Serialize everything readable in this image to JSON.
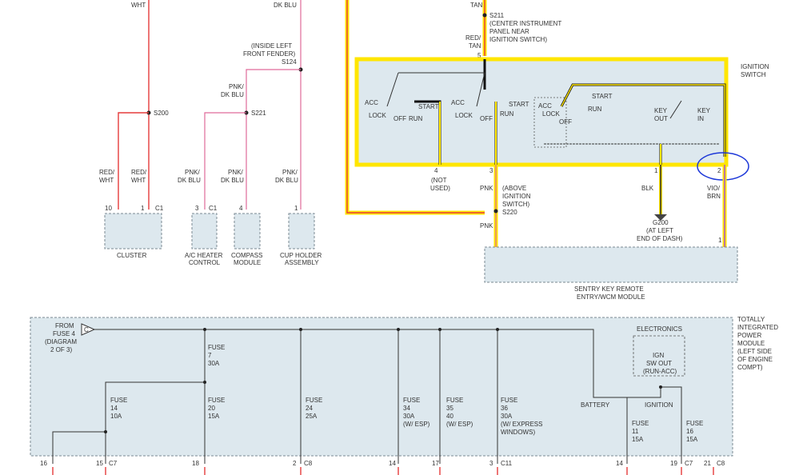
{
  "wire_colors": {
    "top_left_1": "WHT",
    "top_left_2": "DK BLU",
    "top_right": "TAN",
    "red_tan": "RED/\nTAN",
    "pnk_dk_blu": "PNK/\nDK BLU",
    "red_wht": "RED/\nWHT",
    "pnk": "PNK",
    "blk": "BLK",
    "vio_brn": "VIO/\nBRN"
  },
  "splices": {
    "s211": "S211",
    "s211_loc": "(CENTER INSTRUMENT\nPANEL NEAR\nIGNITION SWITCH)",
    "s124": "S124",
    "s124_loc": "(INSIDE LEFT\nFRONT FENDER)",
    "s200": "S200",
    "s221": "S221",
    "s220": "S220",
    "s220_loc": "(ABOVE\nIGNITION\nSWITCH)",
    "g200": "G200",
    "g200_loc": "(AT LEFT\nEND OF DASH)"
  },
  "ignition_switch": {
    "label": "IGNITION\nSWITCH",
    "acc": "ACC",
    "lock": "LOCK",
    "off": "OFF",
    "run": "RUN",
    "start": "START",
    "key_out": "KEY\nOUT",
    "key_in": "KEY\nIN",
    "pin4": "4",
    "pin4_note": "(NOT\nUSED)",
    "pin3": "3",
    "pin1": "1",
    "pin2": "2",
    "pin5": "5"
  },
  "components": {
    "cluster": "CLUSTER",
    "cluster_pins": [
      "10",
      "1",
      "C1"
    ],
    "ac_heater": "A/C HEATER\nCONTROL",
    "ac_pins": [
      "3",
      "C1"
    ],
    "compass": "COMPASS\nMODULE",
    "compass_pin": "4",
    "cup_holder": "CUP HOLDER\nASSEMBLY",
    "cup_pin": "1",
    "sentry": "SENTRY KEY REMOTE\nENTRY/WCM MODULE",
    "sentry_pin": "1"
  },
  "tipm": {
    "label": "TOTALLY\nINTEGRATED\nPOWER\nMODULE\n(LEFT SIDE\nOF ENGINE\nCOMPT)",
    "from_fuse": "FROM\nFUSE 4\n(DIAGRAM\n2 OF 3)",
    "connector_c": "C",
    "electronics": "ELECTRONICS",
    "ign_sw_out": "IGN\nSW OUT\n(RUN-ACC)",
    "battery": "BATTERY",
    "ignition": "IGNITION",
    "fuses": [
      {
        "name": "FUSE\n7\n30A"
      },
      {
        "name": "FUSE\n14\n10A"
      },
      {
        "name": "FUSE\n20\n15A"
      },
      {
        "name": "FUSE\n24\n25A"
      },
      {
        "name": "FUSE\n34\n30A\n(W/ ESP)"
      },
      {
        "name": "FUSE\n35\n40\n(W/ ESP)"
      },
      {
        "name": "FUSE\n36\n30A\n(W/ EXPRESS\nWINDOWS)"
      },
      {
        "name": "FUSE\n11\n15A"
      },
      {
        "name": "FUSE\n16\n15A"
      }
    ],
    "bottom_pins": [
      "16",
      "15",
      "C7",
      "18",
      "2",
      "C8",
      "14",
      "17",
      "3",
      "C11",
      "14",
      "19",
      "C7",
      "21",
      "C8"
    ]
  }
}
